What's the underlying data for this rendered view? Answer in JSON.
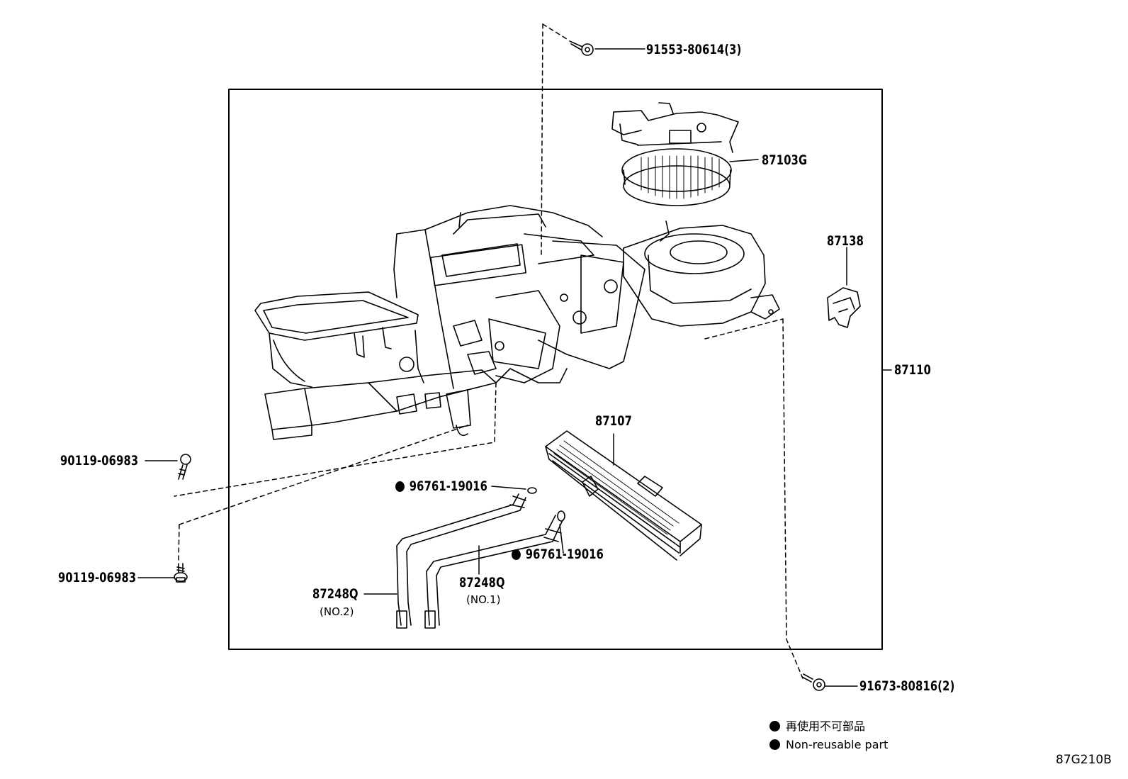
{
  "parts": {
    "blower_motor": "87103G",
    "resistor": "87138",
    "unit_assy": "87110",
    "heater_core": "87107",
    "pipe_no1": "87248Q",
    "pipe_no1_note": "(NO.1)",
    "pipe_no2": "87248Q",
    "pipe_no2_note": "(NO.2)",
    "screw_top": "91553-80614(3)",
    "screw_left_upper": "90119-06983",
    "screw_left_lower": "90119-06983",
    "oring_upper": "96761-19016",
    "oring_lower": "96761-19016",
    "bolt_bottom": "91673-80816(2)"
  },
  "legend": {
    "line1": "再使用不可部品",
    "line2": "Non-reusable part"
  },
  "diagram_code": "87G210B"
}
